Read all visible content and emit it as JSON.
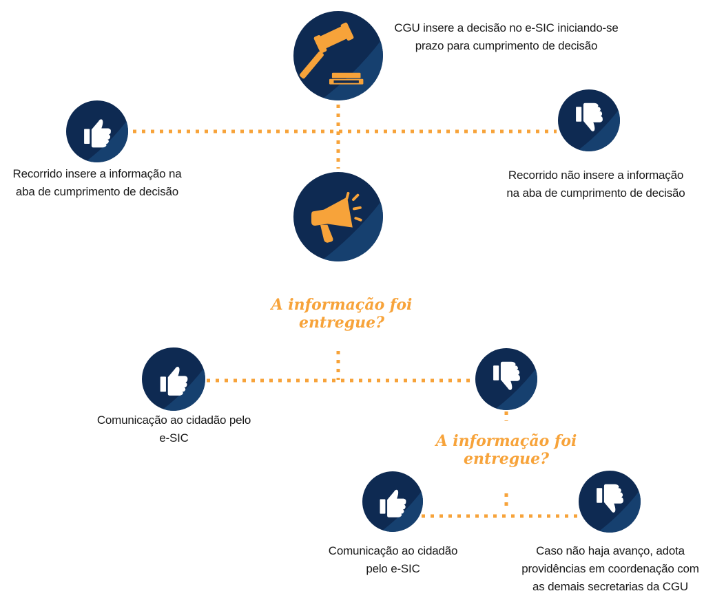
{
  "colors": {
    "node_fill": "#0e2a52",
    "node_highlight": "#16406f",
    "accent": "#f7a33a",
    "text": "#1a1a1a"
  },
  "nodes": {
    "gavel": {
      "icon": "gavel-icon",
      "label_lines": [
        "CGU insere a decisão no e-SIC iniciando-se",
        "prazo para cumprimento de decisão"
      ]
    },
    "top_left": {
      "icon": "thumbs-up-icon",
      "label_lines": [
        "Recorrido insere a informação na",
        "aba de cumprimento de decisão"
      ]
    },
    "top_right": {
      "icon": "thumbs-down-icon",
      "label_lines": [
        "Recorrido não insere a informação",
        "na aba de cumprimento de decisão"
      ]
    },
    "megaphone": {
      "icon": "megaphone-icon"
    },
    "mid_left": {
      "icon": "thumbs-up-icon",
      "label_lines": [
        "Comunicação ao cidadão pelo",
        "e-SIC"
      ]
    },
    "mid_right": {
      "icon": "thumbs-down-icon"
    },
    "low_left": {
      "icon": "thumbs-up-icon",
      "label_lines": [
        "Comunicação ao cidadão",
        "pelo e-SIC"
      ]
    },
    "low_right": {
      "icon": "thumbs-down-icon",
      "label_lines": [
        "Caso não haja avanço, adota",
        "providências em coordenação com",
        "as demais secretarias da CGU"
      ]
    }
  },
  "questions": {
    "first": {
      "lines": [
        "A informação foi",
        "entregue?"
      ]
    },
    "second": {
      "lines": [
        "A informação foi",
        "entregue?"
      ]
    }
  }
}
